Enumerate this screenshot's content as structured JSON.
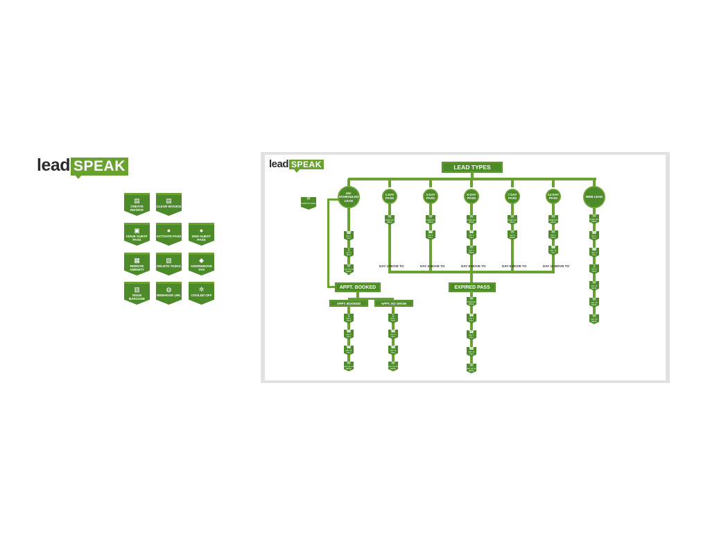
{
  "logo": {
    "lead": "lead",
    "speak": "SPEAK"
  },
  "legend_badges": [
    {
      "name": "create-invoice",
      "icon": "invoice-icon",
      "glyph": "▤",
      "label": "CREATE INVOICE"
    },
    {
      "name": "clear-invoice",
      "icon": "clear-invoice-icon",
      "glyph": "▤",
      "label": "CLEAR INVOICE"
    },
    {
      "name": "issue-guest-pass",
      "icon": "guest-pass-icon",
      "glyph": "▣",
      "label": "ISSUE GUEST PASS"
    },
    {
      "name": "activate-pass",
      "icon": "person-icon",
      "glyph": "●",
      "label": "ACTIVATE PASS"
    },
    {
      "name": "end-guest-pass",
      "icon": "person-end-icon",
      "glyph": "●",
      "label": "END GUEST PASS"
    },
    {
      "name": "remove-amenity",
      "icon": "remove-amenity-icon",
      "glyph": "▦",
      "label": "REMOVE AMENITY"
    },
    {
      "name": "delete-tasks",
      "icon": "delete-tasks-icon",
      "glyph": "▧",
      "label": "DELETE TASKS"
    },
    {
      "name": "add-remove-tag",
      "icon": "tag-icon",
      "glyph": "◆",
      "label": "ADD/REMOVE TAG"
    },
    {
      "name": "issue-barcode",
      "icon": "barcode-icon",
      "glyph": "▥",
      "label": "ISSUE BARCODE"
    },
    {
      "name": "webhook-url",
      "icon": "globe-icon",
      "glyph": "◍",
      "label": "WEBHOOK URL"
    },
    {
      "name": "cooled-off",
      "icon": "snowflake-icon",
      "glyph": "✲",
      "label": "COOLED OFF"
    }
  ],
  "diagram": {
    "logo": {
      "lead": "lead",
      "speak": "SPEAK"
    },
    "title": "LEAD TYPES",
    "side_email": {
      "icon": "email-icon",
      "glyph": "✉",
      "label": "SAME DAY EMAIL"
    },
    "lead_types": [
      {
        "name": "unscheduled-lead",
        "label": "UN-SCHEDULED LEAD"
      },
      {
        "name": "day-1-pass",
        "label": "1 DAY PASS"
      },
      {
        "name": "day-3-pass",
        "label": "3 DAY PASS"
      },
      {
        "name": "day-5-pass",
        "label": "5 DAY PASS"
      },
      {
        "name": "day-7-pass",
        "label": "7 DAY PASS"
      },
      {
        "name": "day-14-pass",
        "label": "14 DAY PASS"
      },
      {
        "name": "web-lead",
        "label": "WEB LEAD"
      }
    ],
    "move_notes": [
      "DAY 2 MOVE TO",
      "DAY 5 MOVE TO",
      "DAY 8 MOVE TO",
      "DAY 8 MOVE TO",
      "DAY 15 MOVE TO"
    ],
    "appt_booked": "APPT. BOOKED",
    "expired_pass": "EXPIRED PASS",
    "sub_appt_booked": "APPT. BOOKED",
    "sub_appt_no_show": "APPT. NO SHOW",
    "columns": {
      "unscheduled": [
        {
          "glyph": "☎",
          "label": "DAY 1 CALL"
        },
        {
          "glyph": "▯",
          "label": "DAY 3 TEXT"
        },
        {
          "glyph": "✉",
          "label": "DAY 30, 60 EMAIL"
        }
      ],
      "day1": [
        {
          "glyph": "✉",
          "label": "SAME DAY EMAIL"
        }
      ],
      "day3": [
        {
          "glyph": "✉",
          "label": "SAME DAY EMAIL"
        },
        {
          "glyph": "☎",
          "label": "DAY 2 CALL"
        }
      ],
      "day5": [
        {
          "glyph": "✉",
          "label": "SAME DAY EMAIL"
        },
        {
          "glyph": "☎",
          "label": "DAY 3 CALL"
        },
        {
          "glyph": "✉",
          "label": "DAY 4 EMAIL"
        }
      ],
      "day7": [
        {
          "glyph": "✉",
          "label": "SAME DAY EMAIL"
        },
        {
          "glyph": "✉",
          "label": "DAY 5 EMAIL"
        }
      ],
      "day14": [
        {
          "glyph": "✉",
          "label": "SAME DAY EMAIL"
        },
        {
          "glyph": "✉",
          "label": "DAY 7 EMAIL"
        },
        {
          "glyph": "☎",
          "label": "DAY 10 CALL"
        }
      ],
      "web": [
        {
          "glyph": "✉",
          "label": "SAME DAY EMAIL"
        },
        {
          "glyph": "☎",
          "label": "DAY 1 CALL"
        },
        {
          "glyph": "☎",
          "label": "DAY 3 CALL"
        },
        {
          "glyph": "▯",
          "label": "DAY 5 TEXT"
        },
        {
          "glyph": "✉",
          "label": "DAY 10 EMAIL"
        },
        {
          "glyph": "✉",
          "label": "DAY 20 EMAIL"
        },
        {
          "glyph": "✉",
          "label": "DAY 30 EMAIL"
        }
      ],
      "booked": [
        {
          "glyph": "▯",
          "label": "DAY 1 TEXT"
        },
        {
          "glyph": "☎",
          "label": "DAY 2 CALL"
        },
        {
          "glyph": "☎",
          "label": "DAY 14 CALL"
        },
        {
          "glyph": "✉",
          "label": "DAY 30, 60 EMAIL"
        }
      ],
      "no_show": [
        {
          "glyph": "▯",
          "label": "DAY 1 TEXT"
        },
        {
          "glyph": "☎",
          "label": "DAY 3 CALL"
        },
        {
          "glyph": "☎",
          "label": "DAY 14 CALL"
        },
        {
          "glyph": "✉",
          "label": "DAY 30, 60 EMAIL"
        }
      ],
      "expired": [
        {
          "glyph": "✉",
          "label": "SAME DAY EMAIL"
        },
        {
          "glyph": "☎",
          "label": "DAY 3 CALL"
        },
        {
          "glyph": "☎",
          "label": "DAY 7 CALL"
        },
        {
          "glyph": "☎",
          "label": "DAY 14 CALL"
        },
        {
          "glyph": "✉",
          "label": "DAY 30, 60 EMAIL"
        }
      ]
    }
  },
  "colors": {
    "dark_green": "#4c8a2a",
    "light_green": "#6aa232",
    "frame_gray": "#e2e2e2",
    "text_dark": "#2b2b2b"
  }
}
